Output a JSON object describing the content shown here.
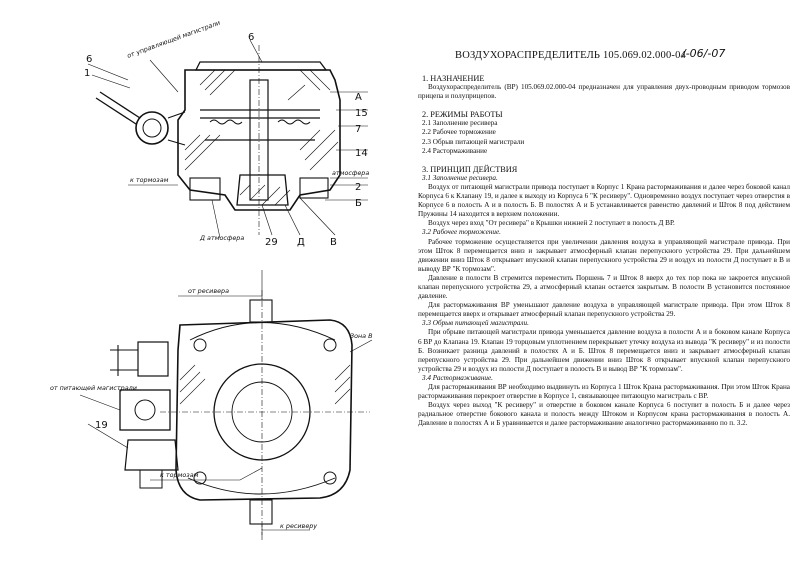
{
  "title": "ВОЗДУХОРАСПРЕДЕЛИТЕЛЬ 105.069.02.000-04",
  "handwritten_note": "/-06/-07",
  "drawing_top": {
    "label_6_left": "6",
    "label_1": "1",
    "label_6_top": "6",
    "label_to_control_line": "от управляющей магистрали",
    "label_A": "А",
    "label_15": "15",
    "label_7": "7",
    "label_14": "14",
    "label_2": "2",
    "label_B": "Б",
    "label_29": "29",
    "label_D": "Д",
    "label_V": "В",
    "label_to_brakes": "к тормозам",
    "label_atm": "атмосфера",
    "label_atm2": "Д атмосфера"
  },
  "drawing_bottom": {
    "label_from_receiver": "от ресивера",
    "label_control_line": "от питающей магистрали",
    "label_19": "19",
    "label_to_brakes": "к тормозам",
    "label_to_receiver": "к ресиверу",
    "label_zone": "Зона В"
  },
  "sections": {
    "s1_heading": "1. НАЗНАЧЕНИЕ",
    "s1_text": "Воздухораспределитель (ВР) 105.069.02.000-04 предназначен для управления двух-проводным приводом тормозов прицепа и полуприцепов.",
    "s2_heading": "2. РЕЖИМЫ РАБОТЫ",
    "s2_items": [
      "2.1 Заполнение ресивера",
      "2.2 Рабочее торможение",
      "2.3 Обрыв питающей магистрали",
      "2.4 Растормаживание"
    ],
    "s3_heading": "3. ПРИНЦИП ДЕЙСТВИЯ",
    "s31_title": "3.1 Заполнение ресивера.",
    "s31_p1": "Воздух от питающей магистрали привода поступает в Корпус 1 Крана растормаживания и далее через боковой канал Корпуса 6 к Клапану 19, и далее к выходу из Корпуса 6 \"К ресиверу\". Одновременно воздух поступает через отверстия в Корпусе 6 в полость А и в полость Б. В полостях А и Б устанавливается равенство давлений и Шток 8 под действием Пружины 14 находится в верхнем положении.",
    "s31_p2": "Воздух через вход \"От ресивера\" в Крышки нижней 2 поступает в полость Д ВР.",
    "s32_title": "3.2 Рабочее торможение.",
    "s32_p1": "Рабочее торможение осуществляется при увеличении давления воздуха в управляющей магистрале привода. При этом Шток 8 перемещается вниз и закрывает атмосферный клапан перепускного устройства 29. При дальнейшем движении вниз Шток 8 открывает впускной клапан перепускного устройства 29 и воздух из полости Д поступает в В и выводу ВР \"К тормозам\".",
    "s32_p2": "Давление в полости В стремится переместить Поршень 7 и Шток 8 вверх до тех пор пока не закроется впускной клапан перепускного устройства 29, а атмосферный клапан остается закрытым. В полости В установится постоянное давление.",
    "s32_p3": "Для растормаживания ВР уменьшают давление воздуха в управляющей магистрале привода. При этом Шток 8 перемещается вверх и открывает атмосферный клапан перепускного устройства 29.",
    "s33_title": "3.3 Обрыв питающей магистрали.",
    "s33_p1": "При обрыве питающей магистрали привода уменьшается давление воздуха в полости А и в боковом канале Корпуса 6 ВР до Клапана 19. Клапан 19 торцовым уплотнением перекрывает утечку воздуха из вывода \"К ресиверу\" и из полости Б. Возникает разница давлений в полостях А и Б. Шток 8 перемещается вниз и закрывает атмосферный клапан перепускного устройства 29. При дальнейшем движении вниз Шток 8 открывает впускной клапан перепускного устройства 29 и воздух из полости Д поступает в полость В и вывод ВР \"К тормозам\".",
    "s34_title": "3.4 Растормаживание.",
    "s34_p1": "Для растормаживания ВР необходимо выдвинуть из Корпуса 1 Шток Крана растормаживания. При этом Шток Крана растормаживания перекроет отверстие в Корпусе 1, связывающее питающую магистраль с ВР.",
    "s34_p2": "Воздух через выход \"К ресиверу\" и отверстие в боковом канале Корпуса 6 поступит в полость Б и далее через радиальное отверстие бокового канала и полость между Штоком и Корпусом крана растормаживания в полость А. Давление в полостях А и Б уравнивается и далее растормаживание аналогично растормаживанию по п. 3.2."
  }
}
